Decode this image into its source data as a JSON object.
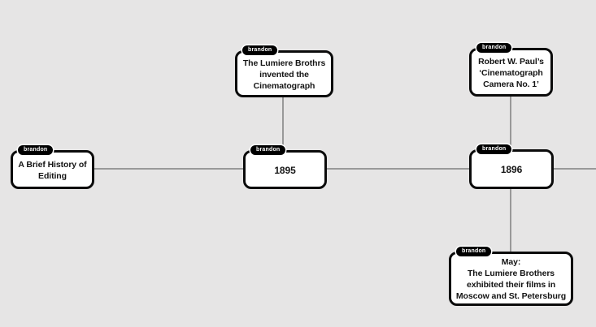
{
  "canvas": {
    "background_color": "#e6e5e5",
    "connector_color": "#999999",
    "node_background_color": "#ffffff",
    "node_border_color": "#0b0b0b",
    "badge_background_color": "#000000",
    "badge_text_color": "#ffffff"
  },
  "nodes": [
    {
      "id": "history",
      "author": "brandon",
      "text": "A Brief History of\nEditing"
    },
    {
      "id": "lumiere-invented",
      "author": "brandon",
      "text": "The Lumiere Brothrs\ninvented the\nCinematograph"
    },
    {
      "id": "year-1895",
      "author": "brandon",
      "text": "1895"
    },
    {
      "id": "robert-paul",
      "author": "brandon",
      "text": "Robert W. Paul’s\n‘Cinematograph\nCamera No. 1’"
    },
    {
      "id": "year-1896",
      "author": "brandon",
      "text": "1896"
    },
    {
      "id": "may-exhibition",
      "author": "brandon",
      "text": "May:\nThe Lumiere Brothers\nexhibited their films in\nMoscow and St. Petersburg"
    }
  ]
}
